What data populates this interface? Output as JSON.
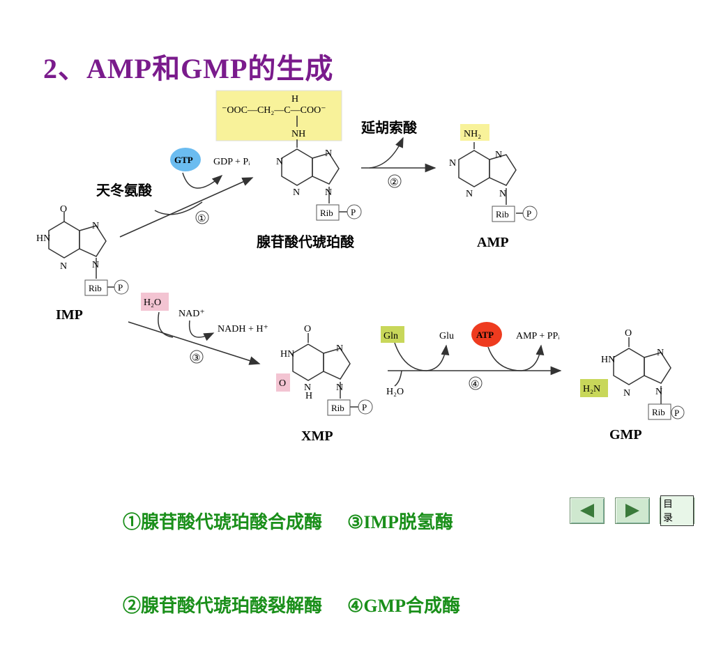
{
  "title": "2、AMP和GMP的生成",
  "compounds": {
    "imp": "IMP",
    "adenylosuccinate": "腺苷酸代琥珀酸",
    "amp": "AMP",
    "xmp": "XMP",
    "gmp": "GMP"
  },
  "reagents": {
    "aspartate": "天冬氨酸",
    "gtp": "GTP",
    "gdp_pi": "GDP + Pᵢ",
    "fumarate": "延胡索酸",
    "h2o_top": "H₂O",
    "nad": "NAD⁺",
    "nadh": "NADH + H⁺",
    "gln": "Gln",
    "glu": "Glu",
    "atp": "ATP",
    "amp_ppi": "AMP + PPᵢ",
    "h2o_bottom": "H₂O"
  },
  "steps": [
    "①",
    "②",
    "③",
    "④"
  ],
  "succinyl_group": {
    "line1": "⁻OOC—CH₂—C—COO⁻",
    "h": "H",
    "nh": "NH"
  },
  "ring": {
    "n": "N",
    "hn": "HN",
    "h": "H",
    "o": "O",
    "nh2": "NH₂",
    "h2n": "H₂N",
    "rib": "Rib",
    "p": "P"
  },
  "legend": {
    "e1": "①腺苷酸代琥珀酸合成酶",
    "e3": "③IMP脱氢酶",
    "e2": "②腺苷酸代琥珀酸裂解酶",
    "e4": "④GMP合成酶"
  },
  "nav": {
    "toc": "目 录"
  }
}
